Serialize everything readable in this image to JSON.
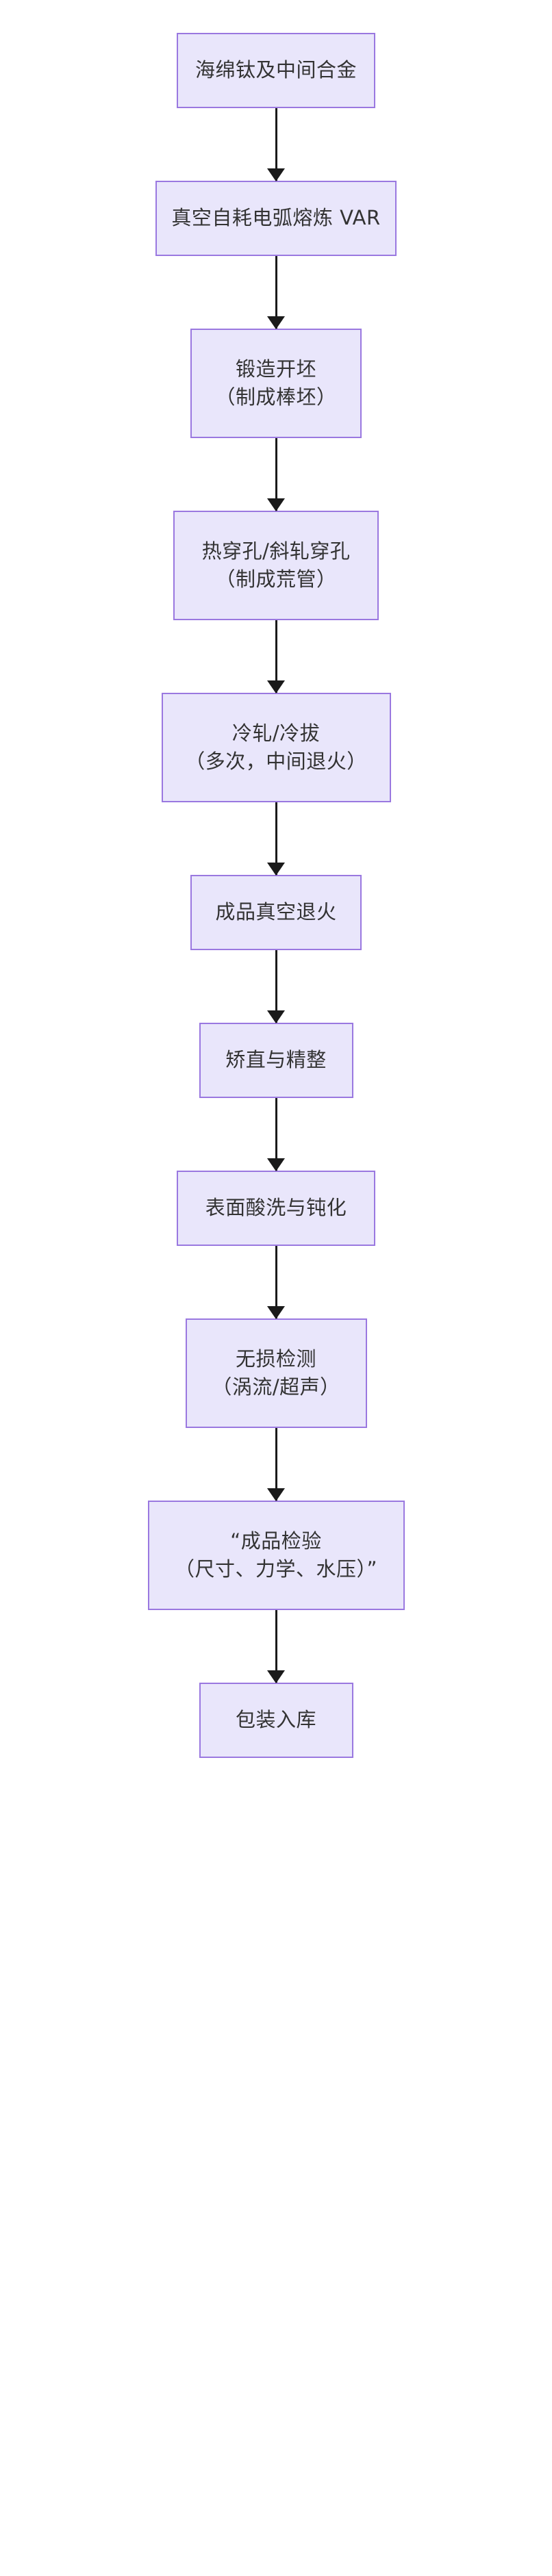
{
  "diagram": {
    "type": "flowchart",
    "orientation": "vertical",
    "title": "",
    "colors": {
      "node_fill": "#e9e6fb",
      "node_border": "#9a78e0",
      "node_text": "#333333",
      "arrow": "#1a1a1a",
      "background": "#ffffff"
    },
    "nodes": [
      {
        "id": "n0",
        "lines": [
          "海绵钛及中间合金"
        ]
      },
      {
        "id": "n1",
        "lines": [
          "真空自耗电弧熔炼 VAR"
        ]
      },
      {
        "id": "n2",
        "lines": [
          "锻造开坯",
          "（制成棒坯）"
        ]
      },
      {
        "id": "n3",
        "lines": [
          "热穿孔/斜轧穿孔",
          "（制成荒管）"
        ]
      },
      {
        "id": "n4",
        "lines": [
          "冷轧/冷拔",
          "（多次，中间退火）"
        ]
      },
      {
        "id": "n5",
        "lines": [
          "成品真空退火"
        ]
      },
      {
        "id": "n6",
        "lines": [
          "矫直与精整"
        ]
      },
      {
        "id": "n7",
        "lines": [
          "表面酸洗与钝化"
        ]
      },
      {
        "id": "n8",
        "lines": [
          "无损检测",
          "（涡流/超声）"
        ]
      },
      {
        "id": "n9",
        "lines": [
          "“成品检验",
          "（尺寸、力学、水压）”"
        ]
      },
      {
        "id": "n10",
        "lines": [
          "包装入库"
        ]
      }
    ],
    "edges": [
      {
        "from": "n0",
        "to": "n1",
        "label": ""
      },
      {
        "from": "n1",
        "to": "n2",
        "label": ""
      },
      {
        "from": "n2",
        "to": "n3",
        "label": ""
      },
      {
        "from": "n3",
        "to": "n4",
        "label": ""
      },
      {
        "from": "n4",
        "to": "n5",
        "label": ""
      },
      {
        "from": "n5",
        "to": "n6",
        "label": ""
      },
      {
        "from": "n6",
        "to": "n7",
        "label": ""
      },
      {
        "from": "n7",
        "to": "n8",
        "label": ""
      },
      {
        "from": "n8",
        "to": "n9",
        "label": ""
      },
      {
        "from": "n9",
        "to": "n10",
        "label": ""
      }
    ]
  }
}
